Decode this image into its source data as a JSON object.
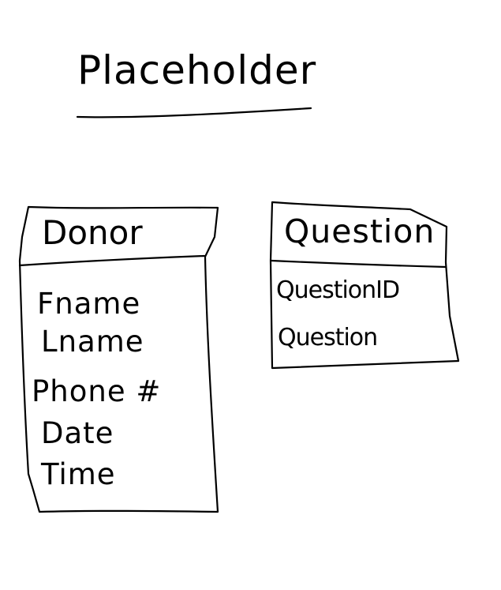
{
  "title": "Placeholder",
  "entities": [
    {
      "name": "Donor",
      "attributes": [
        "Fname",
        "Lname",
        "Phone #",
        "Date",
        "Time"
      ]
    },
    {
      "name": "Question",
      "attributes": [
        "QuestionID",
        "Question"
      ]
    }
  ]
}
